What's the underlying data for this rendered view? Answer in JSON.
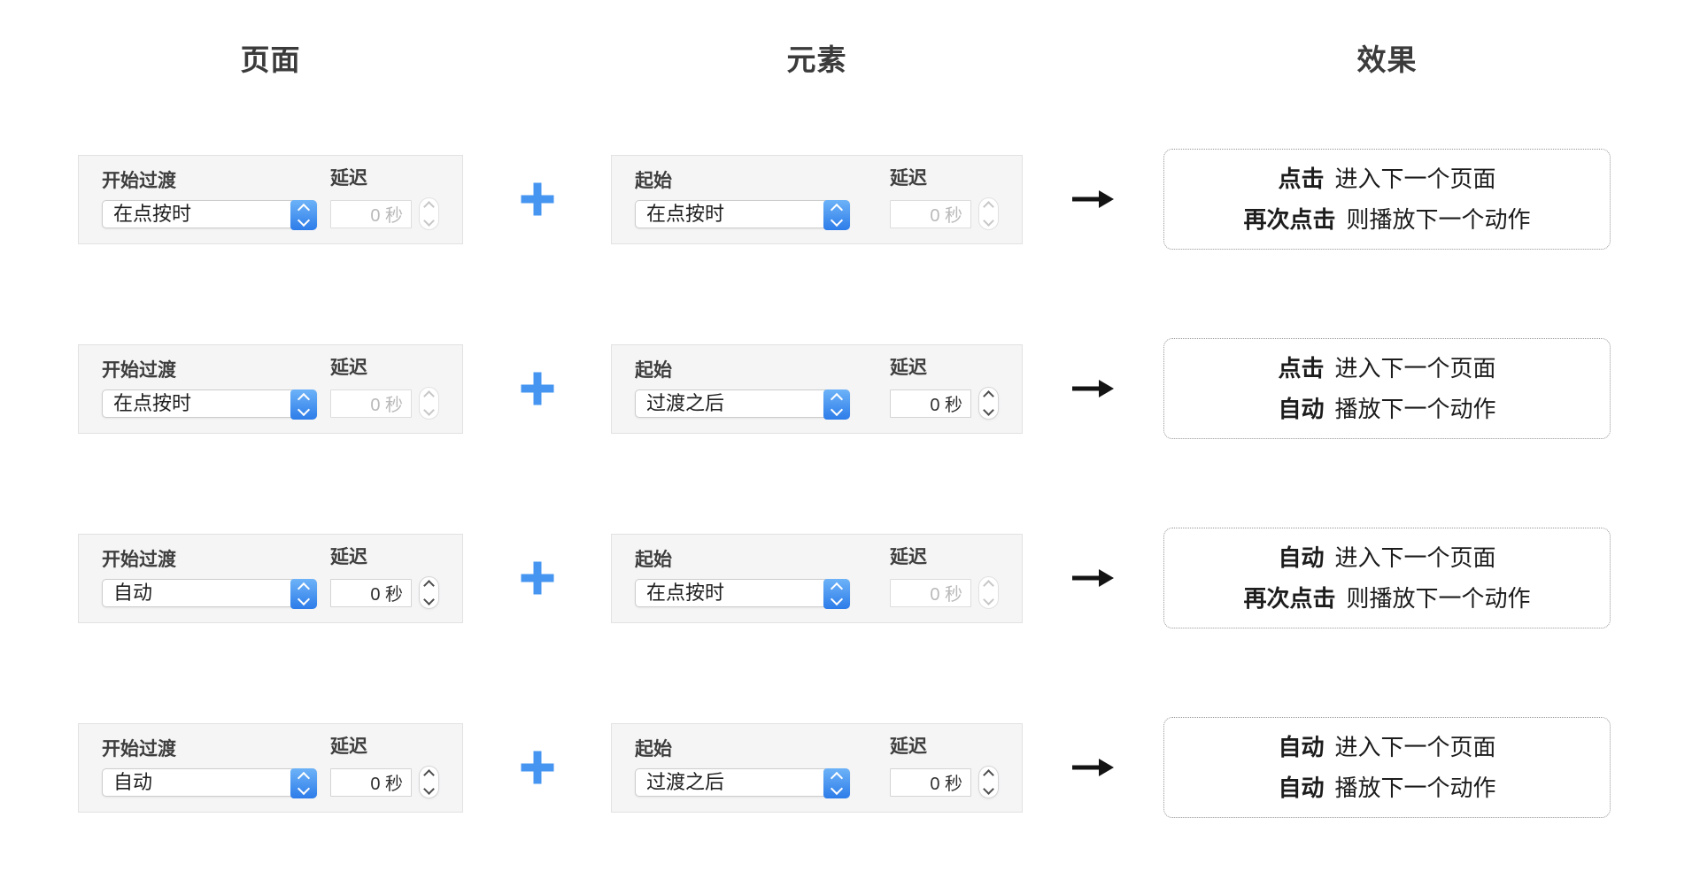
{
  "headers": {
    "page": "页面",
    "element": "元素",
    "effect": "效果"
  },
  "operators": {
    "plus": "+",
    "arrow": "→"
  },
  "colors": {
    "accent_blue": "#4695f0",
    "select_cap_gradient_top": "#6db3f8",
    "select_cap_gradient_bottom": "#2d7ce9",
    "panel_background": "#f5f5f6",
    "arrow_black": "#141414"
  },
  "rows": [
    {
      "page": {
        "select_label": "开始过渡",
        "select_value": "在点按时",
        "delay_label": "延迟",
        "delay_value": "0 秒",
        "delay_state": "disabled"
      },
      "element": {
        "select_label": "起始",
        "select_value": "在点按时",
        "delay_label": "延迟",
        "delay_value": "0 秒",
        "delay_state": "disabled"
      },
      "effect": {
        "lines": [
          {
            "lead": "点击",
            "rest": "进入下一个页面"
          },
          {
            "lead": "再次点击",
            "rest": "则播放下一个动作"
          }
        ]
      }
    },
    {
      "page": {
        "select_label": "开始过渡",
        "select_value": "在点按时",
        "delay_label": "延迟",
        "delay_value": "0 秒",
        "delay_state": "disabled"
      },
      "element": {
        "select_label": "起始",
        "select_value": "过渡之后",
        "delay_label": "延迟",
        "delay_value": "0 秒",
        "delay_state": "enabled"
      },
      "effect": {
        "lines": [
          {
            "lead": "点击",
            "rest": "进入下一个页面"
          },
          {
            "lead": "自动",
            "rest": "播放下一个动作"
          }
        ]
      }
    },
    {
      "page": {
        "select_label": "开始过渡",
        "select_value": "自动",
        "delay_label": "延迟",
        "delay_value": "0 秒",
        "delay_state": "enabled"
      },
      "element": {
        "select_label": "起始",
        "select_value": "在点按时",
        "delay_label": "延迟",
        "delay_value": "0 秒",
        "delay_state": "disabled"
      },
      "effect": {
        "lines": [
          {
            "lead": "自动",
            "rest": "进入下一个页面"
          },
          {
            "lead": "再次点击",
            "rest": "则播放下一个动作"
          }
        ]
      }
    },
    {
      "page": {
        "select_label": "开始过渡",
        "select_value": "自动",
        "delay_label": "延迟",
        "delay_value": "0 秒",
        "delay_state": "enabled"
      },
      "element": {
        "select_label": "起始",
        "select_value": "过渡之后",
        "delay_label": "延迟",
        "delay_value": "0 秒",
        "delay_state": "enabled"
      },
      "effect": {
        "lines": [
          {
            "lead": "自动",
            "rest": "进入下一个页面"
          },
          {
            "lead": "自动",
            "rest": "播放下一个动作"
          }
        ]
      }
    }
  ]
}
